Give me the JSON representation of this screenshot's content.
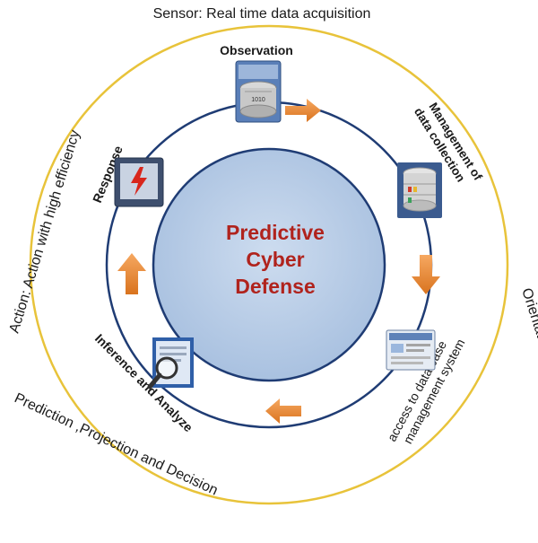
{
  "outer_labels": {
    "top": "Sensor: Real time data acquisition",
    "left": "Action: Action with high efficiency",
    "right": "Orientation",
    "bottom": "Prediction ,Projection and Decision"
  },
  "stages": {
    "observation": "Observation",
    "management": "Management of data collection",
    "access": "access to data base management system",
    "inference": "Inference and Analyze",
    "response": "Response"
  },
  "center": {
    "line1": "Predictive",
    "line2": "Cyber",
    "line3": "Defense"
  },
  "icons": {
    "observation": "sensor-device-icon",
    "management": "database-server-icon",
    "access": "dashboard-screen-icon",
    "inference": "magnifier-document-icon",
    "response": "alert-monitor-icon"
  },
  "colors": {
    "outer_ring": "#e8c33a",
    "inner_ring": "#1f3c74",
    "center_fill": "#bcd0e8",
    "center_text": "#b0231d",
    "arrow": "#ea8b3a",
    "label": "#1a1a1a"
  }
}
